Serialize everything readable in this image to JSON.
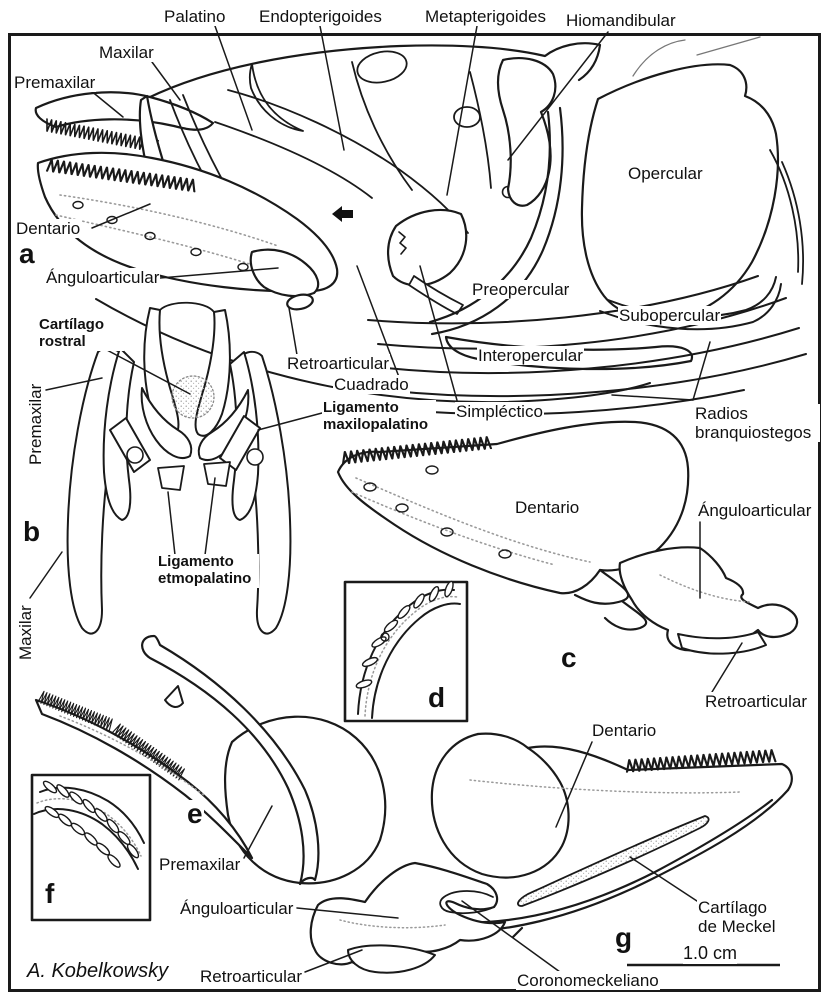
{
  "figure": {
    "credit": "A. Kobelkowsky",
    "scale_bar": {
      "label": "1.0 cm"
    },
    "panel_letters": {
      "a": "a",
      "b": "b",
      "c": "c",
      "d": "d",
      "e": "e",
      "f": "f",
      "g": "g"
    },
    "labels": {
      "palatino": "Palatino",
      "endopterigoides": "Endopterigoides",
      "metapterigoides": "Metapterigoides",
      "hiomandibular": "Hiomandibular",
      "maxilar_a": "Maxilar",
      "premaxilar_a": "Premaxilar",
      "dentario_a": "Dentario",
      "anguloarticular_a": "Ánguloarticular",
      "opercular": "Opercular",
      "preopercular": "Preopercular",
      "subopercular": "Subopercular",
      "interopercular": "Interopercular",
      "retroarticular_a": "Retroarticular",
      "cuadrado": "Cuadrado",
      "simplectico": "Simpléctico",
      "radios_branquiostegos": "Radios branquiostegos",
      "cartilago_rostral": "Cartílago rostral",
      "ligamento_maxilopalatino": "Ligamento maxilopalatino",
      "ligamento_etmopalatino": "Ligamento etmopalatino",
      "premaxilar_b": "Premaxilar",
      "maxilar_b": "Maxilar",
      "dentario_c": "Dentario",
      "anguloarticular_c": "Ánguloarticular",
      "retroarticular_c": "Retroarticular",
      "premaxilar_e": "Premaxilar",
      "dentario_g": "Dentario",
      "anguloarticular_g": "Ánguloarticular",
      "retroarticular_g": "Retroarticular",
      "coronomeckeliano": "Coronomeckeliano",
      "cartilago_de_meckel": "Cartílago de Meckel"
    }
  },
  "palette": {
    "ink": "#1a1a1a",
    "stipple": "#9a9a9a",
    "background": "#ffffff"
  }
}
